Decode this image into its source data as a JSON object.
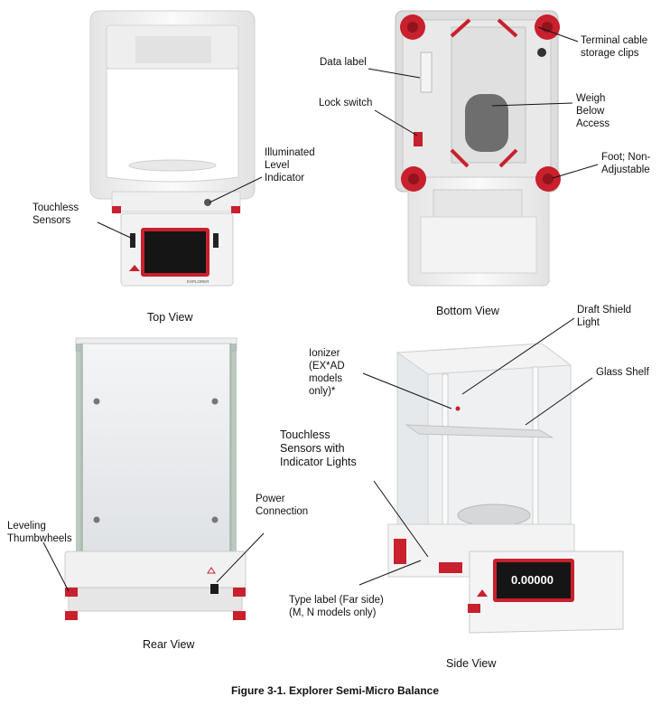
{
  "views": {
    "top": "Top View",
    "bottom": "Bottom View",
    "rear": "Rear View",
    "side": "Side View"
  },
  "callouts": {
    "illuminated_level_indicator": "Illuminated\nLevel\nIndicator",
    "touchless_sensors": "Touchless\nSensors",
    "data_label": "Data label",
    "lock_switch": "Lock switch",
    "terminal_cable_clips": "Terminal cable\nstorage clips",
    "weigh_below_access": "Weigh\nBelow\nAccess",
    "foot_non_adjustable": "Foot; Non-\nAdjustable",
    "draft_shield_light": "Draft Shield\nLight",
    "glass_shelf": "Glass Shelf",
    "ionizer": "Ionizer\n(EX*AD\nmodels\nonly)*",
    "touchless_sensors_indicator": "Touchless\nSensors with\nIndicator Lights",
    "power_connection": "Power\nConnection",
    "leveling_thumbwheels": "Leveling\nThumbwheels",
    "type_label": "Type label (Far side)\n(M, N models only)"
  },
  "product_text": {
    "brand": "EXPLORER",
    "display_reading": "0.00000"
  },
  "figure_caption": "Figure 3-1. Explorer Semi-Micro Balance",
  "colors": {
    "accent_red": "#c8202c",
    "body_white": "#f2f2f2",
    "body_shadow": "#d9d9d9",
    "glass": "#e9ecef",
    "display_black": "#151515"
  }
}
